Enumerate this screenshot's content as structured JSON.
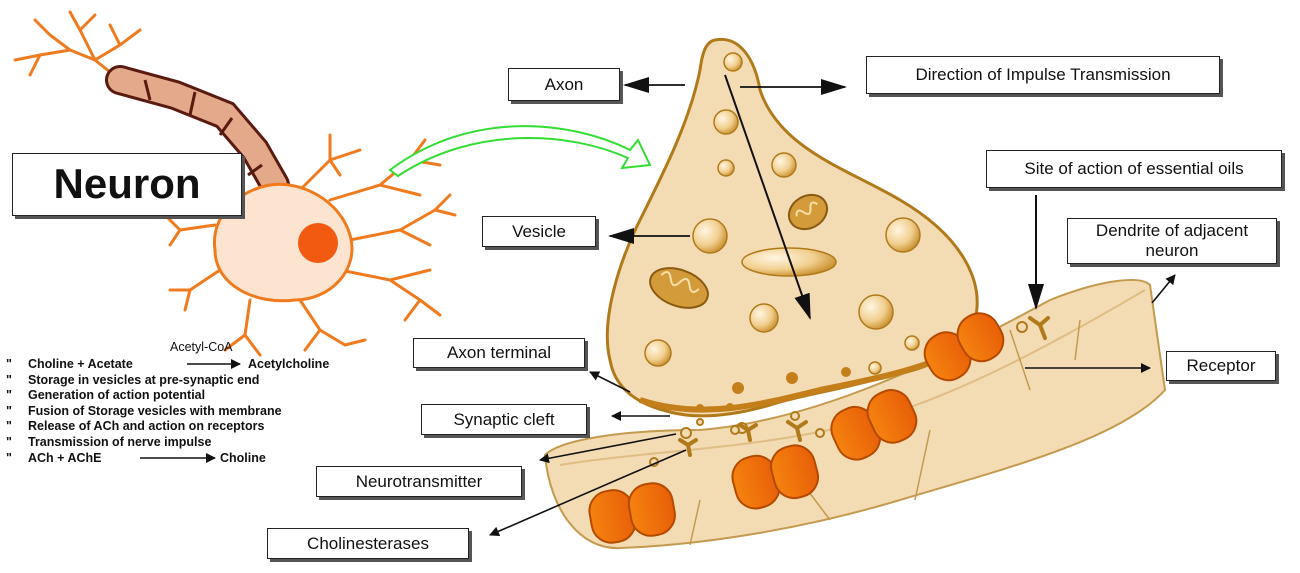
{
  "labels": {
    "neuron": "Neuron",
    "axon": "Axon",
    "direction": "Direction of Impulse Transmission",
    "vesicle": "Vesicle",
    "site": "Site of action of essential oils",
    "dendrite": "Dendrite of adjacent neuron",
    "axon_terminal": "Axon terminal",
    "receptor": "Receptor",
    "synaptic_cleft": "Synaptic cleft",
    "neurotransmitter": "Neurotransmitter",
    "cholinesterases": "Cholinesterases"
  },
  "steps": {
    "bullet": "\"",
    "step1_left": "Choline + Acetate",
    "step1_enzyme": "Acetyl-CoA",
    "step1_right": "Acetylcholine",
    "step2": "Storage in vesicles at pre-synaptic end",
    "step3": "Generation of action potential",
    "step4": "Fusion of Storage vesicles with membrane",
    "step5": "Release of ACh and action on receptors",
    "step6": "Transmission of nerve impulse",
    "step7_left": "ACh + AChE",
    "step7_right": "Choline"
  },
  "colors": {
    "neuron_outline": "#f07a1e",
    "neuron_fill": "#fde4d0",
    "nucleus": "#f25a12",
    "myelin": "#e2a98a",
    "myelin_outline": "#5a1a10",
    "terminal_fill": "#f3dcb3",
    "terminal_outline": "#b07a1a",
    "receptor": "#f5780f",
    "curved_arrow": "#33dd33"
  }
}
